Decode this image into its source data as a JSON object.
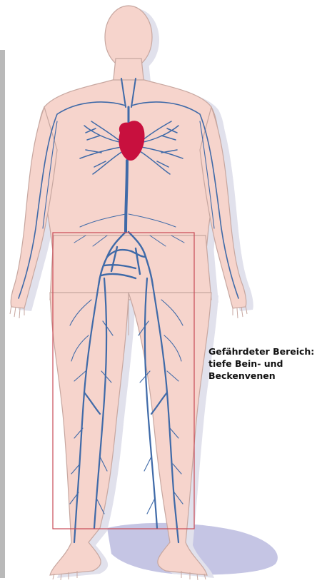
{
  "caption": {
    "lines": [
      "Gefährdeter Bereich:",
      "tiefe Bein- und",
      "Beckenvenen"
    ]
  },
  "colors": {
    "body_fill": "#f6d4cc",
    "body_outline": "#c7a7a0",
    "body_shadow": "#e1e1ec",
    "floor_shadow": "#c5c5e4",
    "vein": "#3f6aa8",
    "heart": "#c8103e",
    "highlight_box": "#c94a56",
    "side_bar": "#b9b9b9"
  },
  "icons": {
    "figure": "human-body-icon",
    "heart": "heart-icon"
  }
}
